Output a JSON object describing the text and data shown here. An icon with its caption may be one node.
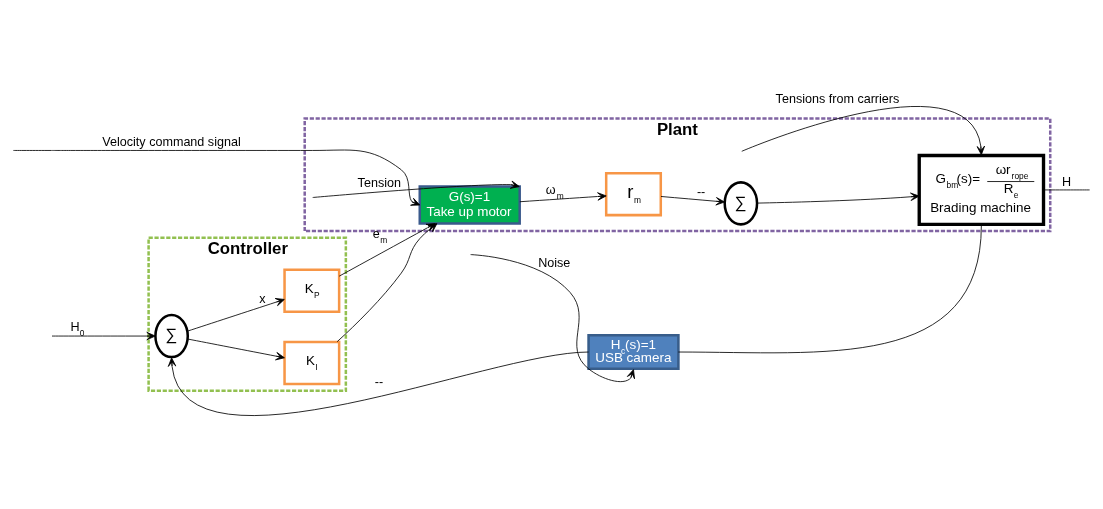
{
  "diagram": {
    "nodes": [
      {
        "text": [
          "Controller"
        ]
      },
      {
        "text": [
          "∑"
        ],
        "in": 0
      },
      {
        "text": [
          "K$_{P}$"
        ],
        "in": 0
      },
      {
        "text": [
          "K$_{I}$"
        ],
        "in": 0
      },
      {
        "text": [
          "Plant"
        ]
      },
      {
        "text": [
          "G(s)=1",
          "Take up motor"
        ],
        "in": 4
      },
      {
        "text": [
          "r$_{m}$"
        ],
        "in": 4
      },
      {
        "text": [
          "∑"
        ],
        "in": 4
      },
      {
        "text": [
          "G$_{bm}$(s)=",
          "ωr$_{rope}$",
          "R$_{e}$",
          "Brading machine"
        ],
        "in": 4
      },
      {
        "text": [
          "H$_{c}$(s)=1",
          "USB camera"
        ]
      }
    ],
    "edges": [
      {
        "from": null,
        "to": 1,
        "arrow": "to",
        "label": "H$_{0}$"
      },
      {
        "from": 1,
        "to": 2,
        "arrow": "to",
        "label": "x"
      },
      {
        "from": 1,
        "to": 3,
        "arrow": "to"
      },
      {
        "from": 2,
        "to": 5,
        "arrow": "to",
        "label": "e$_{m}$"
      },
      {
        "from": 3,
        "to": 5,
        "arrow": "to"
      },
      {
        "from": null,
        "to": 5,
        "arrow": "to",
        "label": "Velocity command signal"
      },
      {
        "from": null,
        "to": 5,
        "arrow": "to",
        "label": "Tension"
      },
      {
        "from": 5,
        "to": 6,
        "arrow": "to",
        "label": "ω$_{m}$"
      },
      {
        "from": 6,
        "to": 7,
        "arrow": "to",
        "label": "--"
      },
      {
        "from": 7,
        "to": 8,
        "arrow": "to"
      },
      {
        "from": null,
        "to": 8,
        "arrow": "to",
        "label": "Tensions from carriers"
      },
      {
        "from": 8,
        "to": null,
        "arrow": "none",
        "label": "H"
      },
      {
        "from": 8,
        "to": 9,
        "arrow": "none"
      },
      {
        "from": 9,
        "to": 1,
        "arrow": "to",
        "label": "--"
      },
      {
        "from": null,
        "to": 9,
        "arrow": "to",
        "label": "Noise"
      }
    ]
  }
}
